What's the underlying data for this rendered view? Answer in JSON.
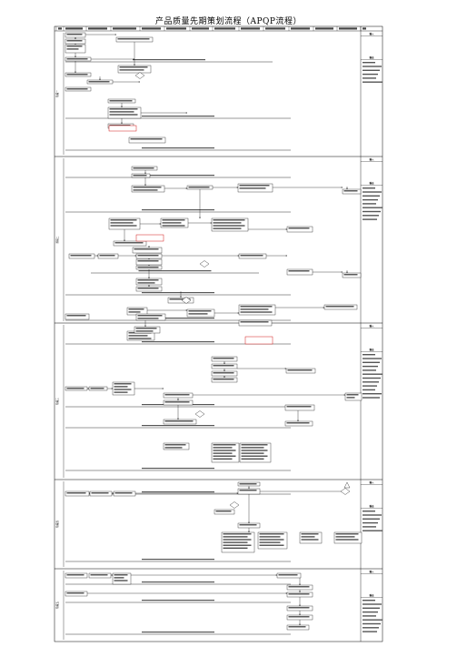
{
  "title": "产品质量先期策划流程（APQP流程）",
  "phases": [
    {
      "name": "阶段一",
      "note_header": "输入",
      "note_header2": "输出"
    },
    {
      "name": "阶段二",
      "note_header": "输入",
      "note_header2": "输出"
    },
    {
      "name": "阶段三",
      "note_header": "输入",
      "note_header2": "输出"
    },
    {
      "name": "阶段四",
      "note_header": "输入",
      "note_header2": "输出"
    },
    {
      "name": "阶段五",
      "note_header": "输入",
      "note_header2": "输出"
    }
  ],
  "colors": {
    "line": "#000000",
    "grid": "#000000",
    "highlight": "#cc0000",
    "bg": "#ffffff"
  }
}
